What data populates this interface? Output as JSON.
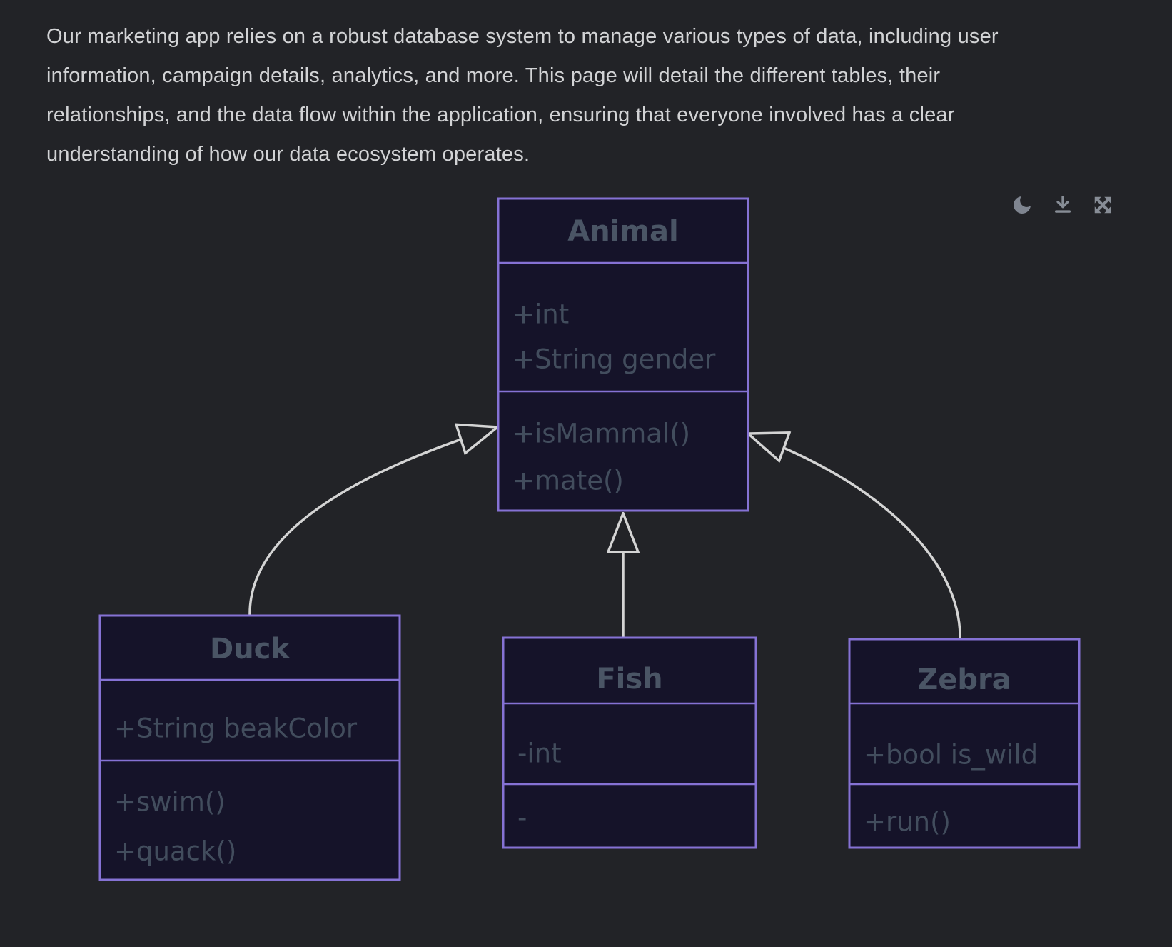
{
  "intro": {
    "lines": [
      "Our marketing app relies on a robust database system to manage various types of data, including user",
      "information, campaign details, analytics, and more. This page will detail the different tables, their",
      "relationships, and the data flow within the application, ensuring that everyone involved has a clear",
      "understanding of how our data ecosystem operates."
    ]
  },
  "toolbar": {
    "theme_toggle_icon": "moon-icon",
    "download_icon": "download-icon",
    "fullscreen_icon": "expand-icon"
  },
  "diagram": {
    "type": "uml-class-diagram",
    "classes": [
      {
        "name": "Animal",
        "attributes": [
          "+int",
          "+String gender"
        ],
        "methods": [
          "+isMammal()",
          "+mate()"
        ]
      },
      {
        "name": "Duck",
        "attributes": [
          "+String beakColor"
        ],
        "methods": [
          "+swim()",
          "+quack()"
        ]
      },
      {
        "name": "Fish",
        "attributes": [
          "-int"
        ],
        "methods": [
          "-"
        ]
      },
      {
        "name": "Zebra",
        "attributes": [
          "+bool is_wild"
        ],
        "methods": [
          "+run()"
        ]
      }
    ],
    "relationships": [
      {
        "from": "Duck",
        "to": "Animal",
        "type": "inheritance"
      },
      {
        "from": "Fish",
        "to": "Animal",
        "type": "inheritance"
      },
      {
        "from": "Zebra",
        "to": "Animal",
        "type": "inheritance"
      }
    ],
    "colors": {
      "node_fill": "#151329",
      "node_border": "#8572d4",
      "node_text": "#424d5d",
      "edge": "#d4d4d4",
      "background": "#222327",
      "paragraph_text": "#d2d3d5",
      "icon": "#878d96"
    }
  }
}
